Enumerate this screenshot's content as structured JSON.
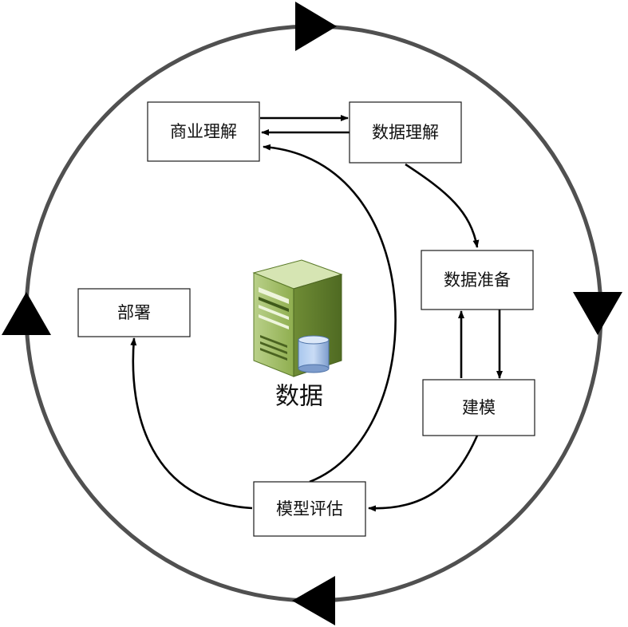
{
  "diagram": {
    "phases": {
      "business_understanding": "商业理解",
      "data_understanding": "数据理解",
      "data_preparation": "数据准备",
      "modeling": "建模",
      "evaluation": "模型评估",
      "deployment": "部署"
    },
    "center_label": "数据",
    "colors": {
      "outer_cycle": "#505050",
      "server_green": "#9bbb59",
      "database_blue": "#8eb4e3"
    },
    "icons": {
      "center": "server-icon",
      "database": "database-icon"
    }
  }
}
